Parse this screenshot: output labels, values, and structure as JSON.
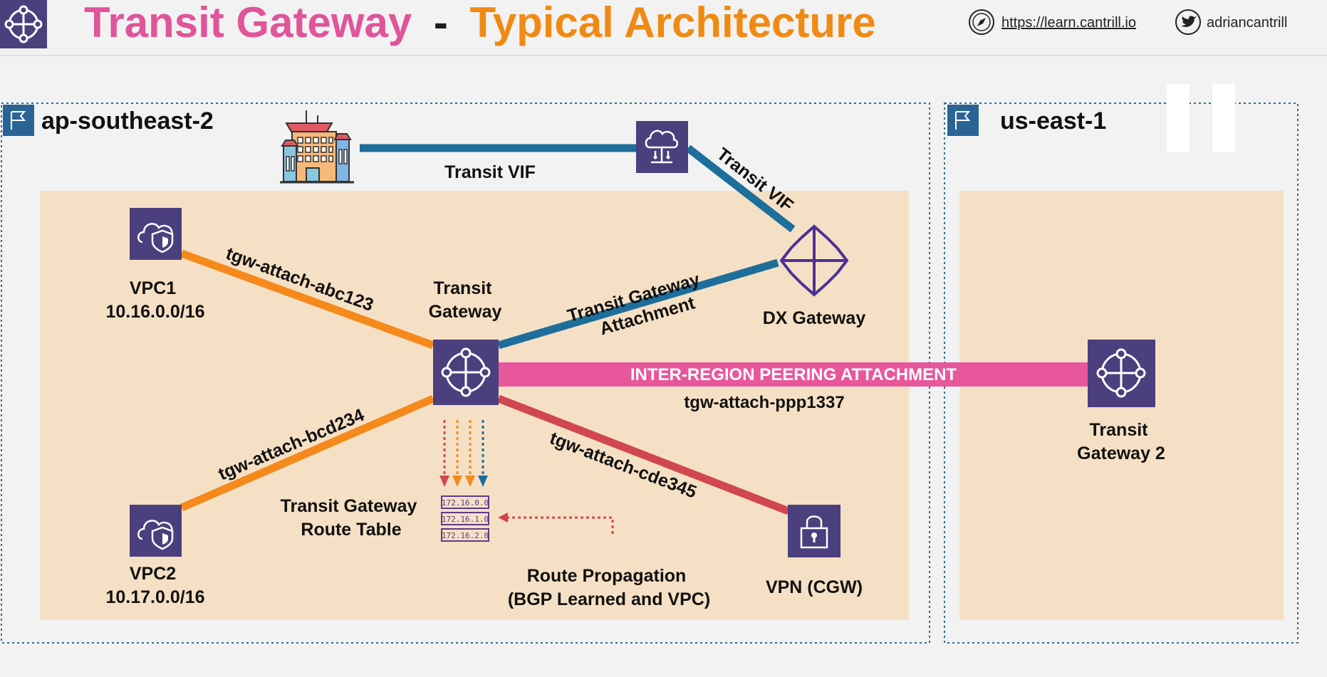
{
  "header": {
    "title_part1": "Transit Gateway",
    "title_sep": "-",
    "title_part2": "Typical Architecture",
    "link_text": "https://learn.cantrill.io",
    "handle": "adriancantrill",
    "colors": {
      "pink": "#e0549a",
      "orange": "#f08a12"
    }
  },
  "regions": {
    "left": {
      "name": "ap-southeast-2"
    },
    "right": {
      "name": "us-east-1"
    }
  },
  "nodes": {
    "vpc1": {
      "name": "VPC1",
      "cidr": "10.16.0.0/16"
    },
    "vpc2": {
      "name": "VPC2",
      "cidr": "10.17.0.0/16"
    },
    "tgw": {
      "line1": "Transit",
      "line2": "Gateway"
    },
    "dx": {
      "label": "DX Gateway"
    },
    "vpn": {
      "label": "VPN (CGW)"
    },
    "tgw2": {
      "line1": "Transit",
      "line2": "Gateway 2"
    },
    "route_table": {
      "line1": "Transit Gateway",
      "line2": "Route Table",
      "routes": [
        "172.16.0.0",
        "172.16.1.0",
        "172.16.2.0"
      ]
    }
  },
  "links": {
    "transit_vif_horizontal": "Transit VIF",
    "transit_vif_diagonal": "Transit VIF",
    "tgw_attach_line1": "Transit Gateway",
    "tgw_attach_line2": "Attachment",
    "abc": "tgw-attach-abc123",
    "bcd": "tgw-attach-bcd234",
    "cde": "tgw-attach-cde345",
    "peering": "INTER-REGION PEERING ATTACHMENT",
    "ppp": "tgw-attach-ppp1337"
  },
  "annotations": {
    "propagation_line1": "Route Propagation",
    "propagation_line2": "(BGP Learned and VPC)"
  },
  "colors": {
    "purple": "#4b3f7e",
    "orange": "#f5891b",
    "blue": "#1d6e9b",
    "pink": "#e8579c",
    "red": "#d1474f",
    "area": "#f6e0c5",
    "region_border": "#2e6b8e"
  }
}
